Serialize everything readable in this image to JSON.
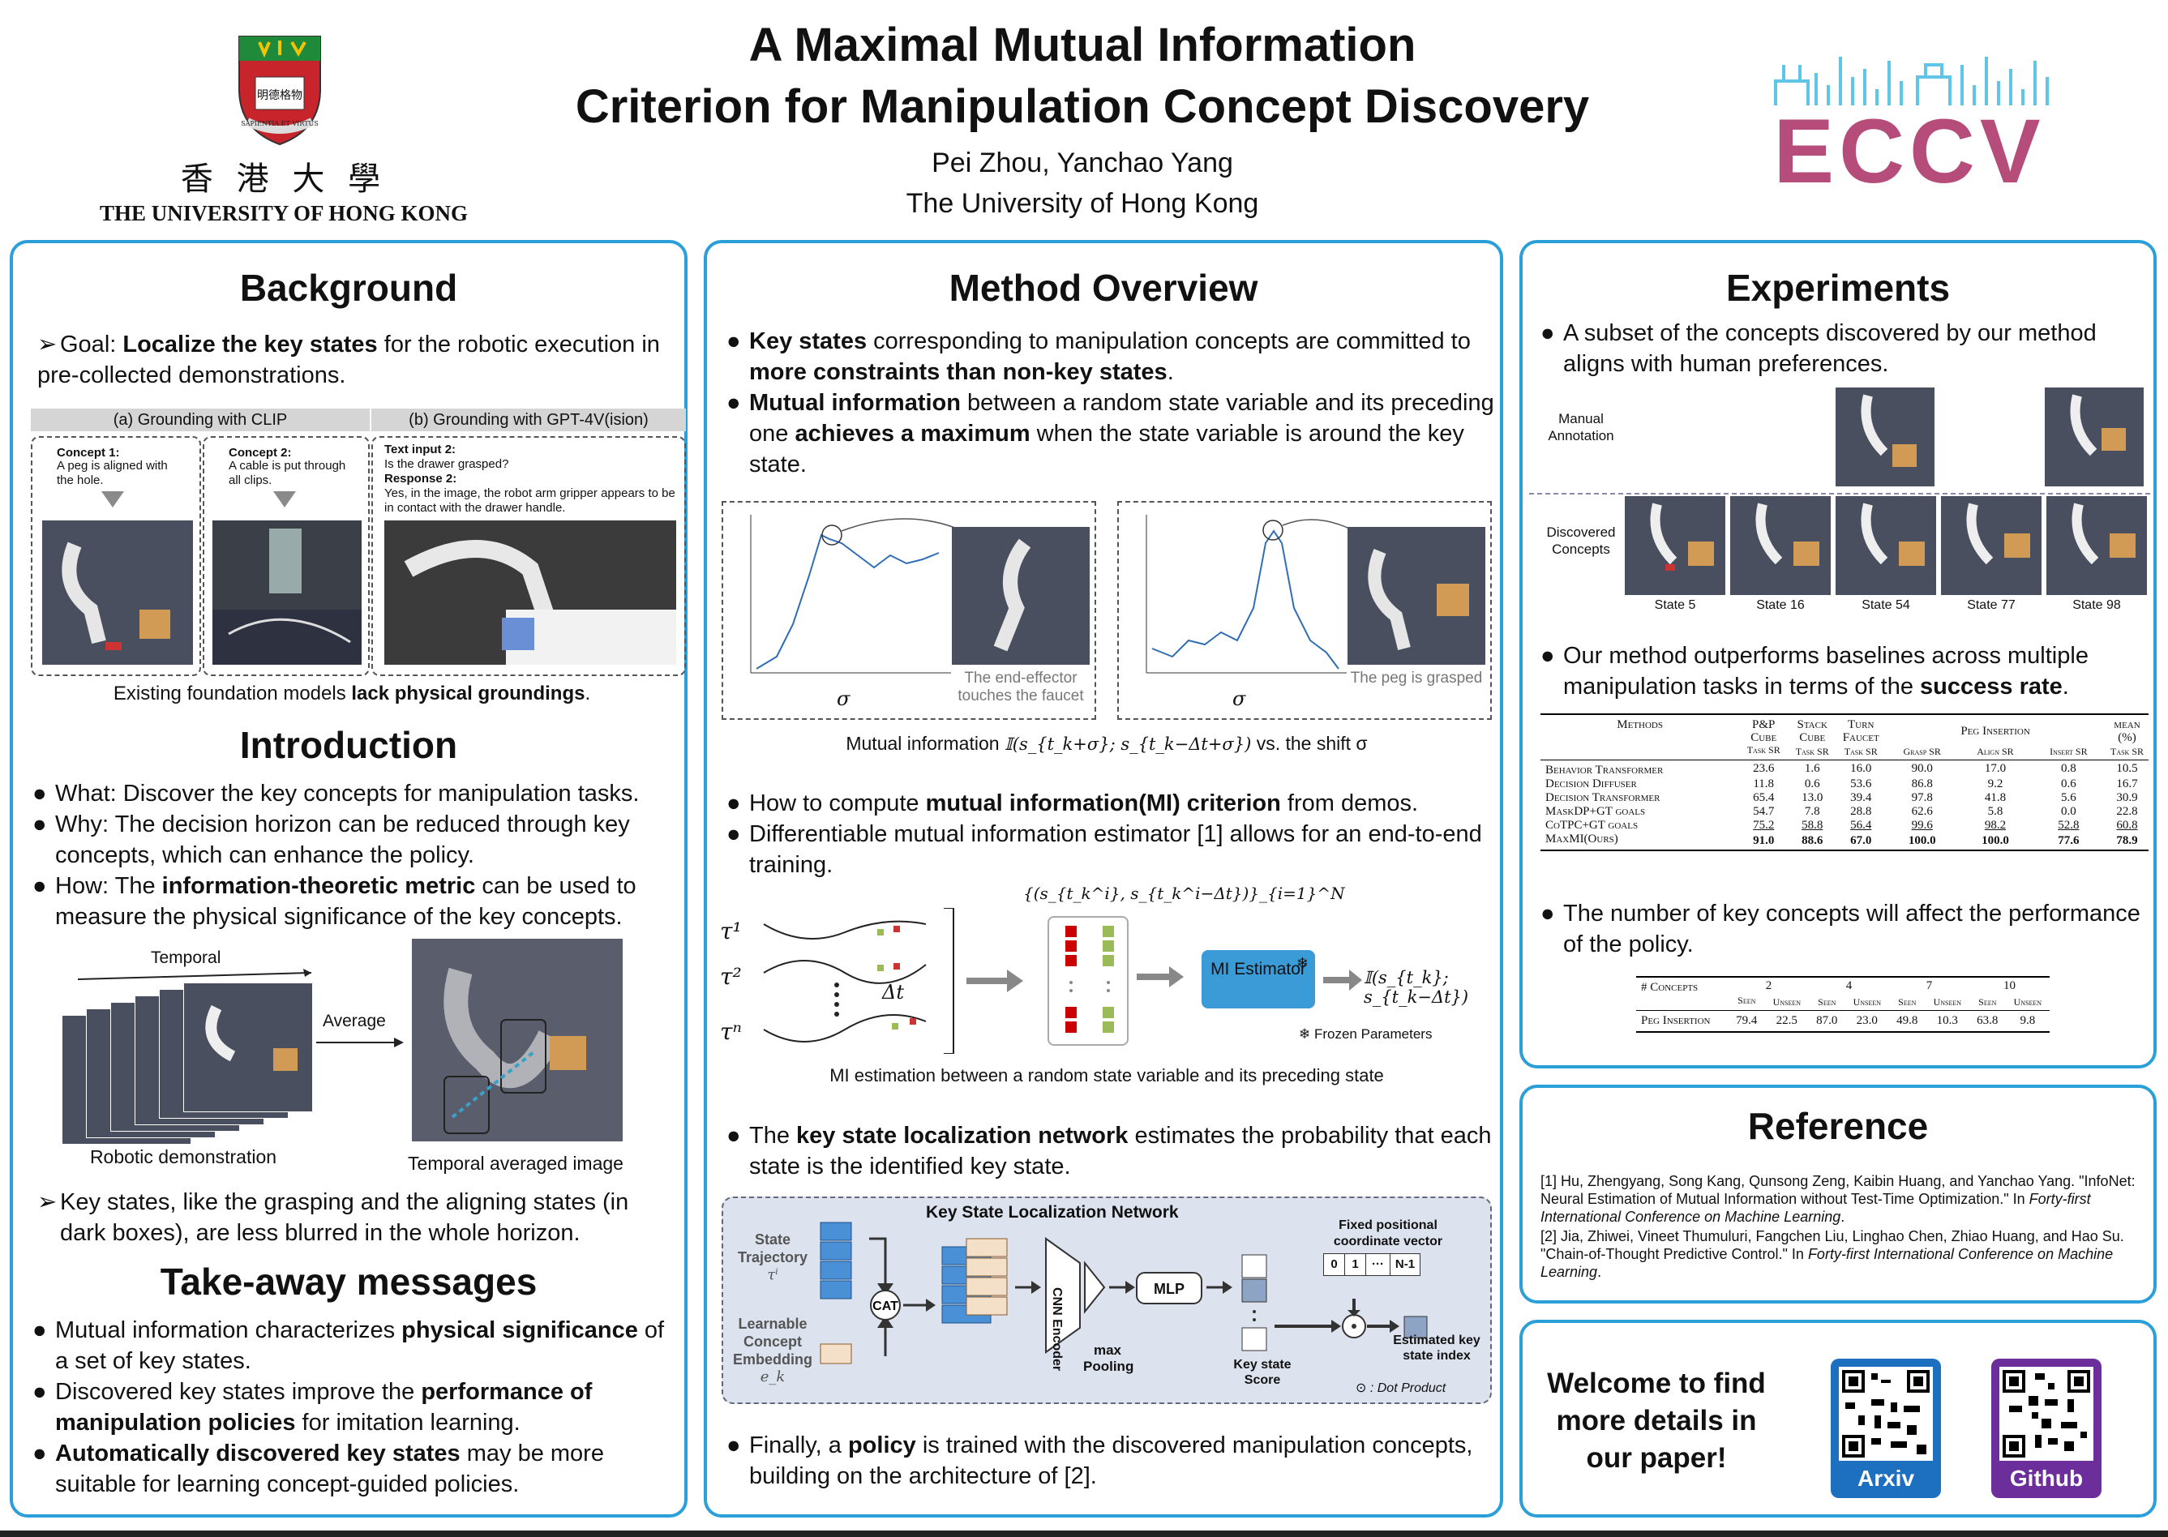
{
  "header": {
    "title_line1": "A Maximal Mutual Information",
    "title_line2": "Criterion for Manipulation Concept Discovery",
    "authors": "Pei Zhou, Yanchao Yang",
    "affiliation": "The University of Hong Kong",
    "hku_chinese": "香 港 大 學",
    "hku_english": "THE UNIVERSITY OF HONG KONG",
    "eccv": "ECCV",
    "seal_text": "SAPIENTIA ET VIRTUS"
  },
  "background": {
    "title": "Background",
    "goal_prefix": "Goal: ",
    "goal_bold": "Localize the key states",
    "goal_rest": " for the robotic execution in pre-collected demonstrations.",
    "clip_header": "(a) Grounding with CLIP",
    "gpt_header": "(b) Grounding with GPT-4V(ision)",
    "concept1_title": "Concept 1:",
    "concept1_text": "A peg is aligned with the hole.",
    "concept2_title": "Concept 2:",
    "concept2_text": "A cable is put through all clips.",
    "text_input_title": "Text input 2:",
    "text_input": "Is the drawer grasped?",
    "response_title": "Response 2:",
    "response": "Yes, in the image, the robot arm gripper appears to be in contact with the drawer handle.",
    "caption_prefix": "Existing foundation models ",
    "caption_bold": "lack physical groundings",
    "caption_suffix": "."
  },
  "introduction": {
    "title": "Introduction",
    "what": "What: Discover the key concepts for manipulation tasks.",
    "why": "Why: The decision horizon can be reduced through key concepts, which can enhance the policy.",
    "how_prefix": "How: The ",
    "how_bold": "information-theoretic metric",
    "how_rest": " can be used to measure the physical significance of the key concepts.",
    "temporal_label": "Temporal",
    "average_label": "Average",
    "demo_caption": "Robotic demonstration",
    "avg_caption": "Temporal averaged image",
    "keystates": "Key states, like the grasping and the aligning states (in dark boxes), are less blurred in the whole horizon."
  },
  "takeaway": {
    "title": "Take-away messages",
    "m1_pre": "Mutual information characterizes ",
    "m1_bold": "physical significance",
    "m1_rest": " of a set of key states.",
    "m2_pre": "Discovered key states improve the ",
    "m2_bold": "performance of manipulation policies",
    "m2_rest": " for imitation learning.",
    "m3_bold": "Automatically discovered key states",
    "m3_rest": " may be more suitable for learning concept-guided policies."
  },
  "method": {
    "title": "Method Overview",
    "b1_bold1": "Key states",
    "b1_mid": " corresponding to manipulation concepts are committed to ",
    "b1_bold2": "more constraints than non-key states",
    "b1_end": ".",
    "b2_bold1": "Mutual information",
    "b2_mid": " between a random state variable and its preceding one ",
    "b2_bold2": "achieves a maximum",
    "b2_end": " when the state variable is around the key state.",
    "plot1_caption": "The end-effector touches the faucet",
    "plot2_caption": "The peg is grasped",
    "sigma": "σ",
    "mi_caption_pre": "Mutual information ",
    "mi_caption_math": "𝕀(s_{t_k+σ}; s_{t_k−Δt+σ})",
    "mi_caption_post": " vs. the shift σ",
    "b3_pre": "How to compute ",
    "b3_bold": "mutual information(MI) criterion",
    "b3_post": " from demos.",
    "b4": "Differentiable mutual information estimator [1] allows for an end-to-end training.",
    "tau1": "τ¹",
    "tau2": "τ²",
    "taun": "τⁿ",
    "delta_t": "Δt",
    "set_notation": "{(s_{t_k^i}, s_{t_k^i−Δt})}_{i=1}^N",
    "mi_estimator": "MI Estimator",
    "mi_output": "𝕀(s_{t_k}; s_{t_k−Δt})",
    "frozen": "Frozen Parameters",
    "mi_fig_caption": "MI estimation between a random state variable and its preceding state",
    "b5_pre": "The ",
    "b5_bold": "key state localization network",
    "b5_post": " estimates the probability that each state is the identified key state.",
    "ksln_title": "Key State Localization Network",
    "state_traj": "State Trajectory",
    "tau_i": "τⁱ",
    "learnable": "Learnable Concept Embedding",
    "e_k": "e_k",
    "cat": "CAT",
    "cnn": "CNN Encoder",
    "max_pool": "max Pooling",
    "mlp": "MLP",
    "key_state_score": "Key state Score",
    "fixed_pos": "Fixed positional coordinate vector",
    "pos0": "0",
    "pos1": "1",
    "posdots": "···",
    "posn": "N-1",
    "estimated": "Estimated key state index",
    "dot_product": "⊙ : Dot Product",
    "b6_pre": "Finally, a ",
    "b6_bold": "policy",
    "b6_post": " is trained with the discovered manipulation concepts, building on the architecture of [2]."
  },
  "experiments": {
    "title": "Experiments",
    "e1": "A subset of the concepts discovered by our method aligns with human preferences.",
    "manual": "Manual Annotation",
    "discovered": "Discovered Concepts",
    "states": [
      "State 5",
      "State 16",
      "State 54",
      "State 77",
      "State 98"
    ],
    "e2_pre": "Our method outperforms baselines across multiple manipulation tasks in terms of the ",
    "e2_bold": "success rate",
    "e2_end": ".",
    "table1": {
      "col_methods": "Methods",
      "col_pp": "P&P Cube",
      "col_stack": "Stack Cube",
      "col_turn": "Turn Faucet",
      "col_peg": "Peg Insertion",
      "col_mean": "mean (%)",
      "sub_task": "Task SR",
      "sub_grasp": "Grasp SR",
      "sub_align": "Align SR",
      "sub_insert": "Insert SR",
      "rows": [
        {
          "name": "Behavior Transformer",
          "v": [
            "23.6",
            "1.6",
            "16.0",
            "90.0",
            "17.0",
            "0.8",
            "10.5"
          ]
        },
        {
          "name": "Decision Diffuser",
          "v": [
            "11.8",
            "0.6",
            "53.6",
            "86.8",
            "9.2",
            "0.6",
            "16.7"
          ]
        },
        {
          "name": "Decision Transformer",
          "v": [
            "65.4",
            "13.0",
            "39.4",
            "97.8",
            "41.8",
            "5.6",
            "30.9"
          ]
        },
        {
          "name": "MaskDP+GT goals",
          "v": [
            "54.7",
            "7.8",
            "28.8",
            "62.6",
            "5.8",
            "0.0",
            "22.8"
          ]
        },
        {
          "name": "CoTPC+GT goals",
          "v": [
            "75.2",
            "58.8",
            "56.4",
            "99.6",
            "98.2",
            "52.8",
            "60.8"
          ]
        },
        {
          "name": "MaxMI(Ours)",
          "v": [
            "91.0",
            "88.6",
            "67.0",
            "100.0",
            "100.0",
            "77.6",
            "78.9"
          ]
        }
      ]
    },
    "e3": "The number of key concepts will affect the performance of the policy.",
    "table2": {
      "col_concepts": "# Concepts",
      "counts": [
        "2",
        "4",
        "7",
        "10"
      ],
      "seen": "Seen",
      "unseen": "Unseen",
      "row_name": "Peg Insertion",
      "values": [
        "79.4",
        "22.5",
        "87.0",
        "23.0",
        "49.8",
        "10.3",
        "63.8",
        "9.8"
      ]
    }
  },
  "reference": {
    "title": "Reference",
    "r1_a": "[1] Hu, Zhengyang, Song Kang, Qunsong Zeng, Kaibin Huang, and Yanchao Yang. \"InfoNet: Neural Estimation of Mutual Information without Test-Time Optimization.\" In ",
    "r1_i": "Forty-first International Conference on Machine Learning",
    "r1_b": ".",
    "r2_a": "[2] Jia, Zhiwei, Vineet Thumuluri, Fangchen Liu, Linghao Chen, Zhiao Huang, and Hao Su. \"Chain-of-Thought Predictive Control.\" In ",
    "r2_i": "Forty-first International Conference on Machine Learning",
    "r2_b": "."
  },
  "footer": {
    "welcome": "Welcome to find more details in our paper!",
    "arxiv": "Arxiv",
    "github": "Github"
  },
  "colors": {
    "panel_border": "#2a9fd8",
    "arxiv_blue": "#1d6fc0",
    "github_purple": "#6c2e9a",
    "mi_box": "#3b9bd6"
  }
}
